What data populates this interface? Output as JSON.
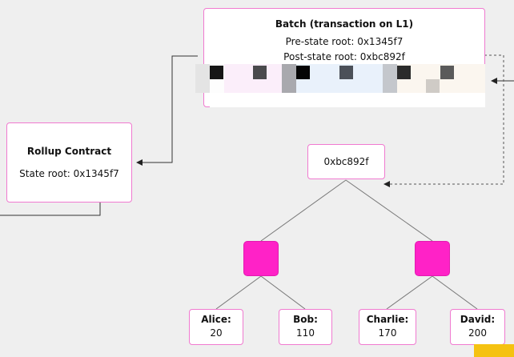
{
  "batch": {
    "title": "Batch (transaction on L1)",
    "pre_state": "Pre-state root: 0x1345f7",
    "post_state": "Post-state root: 0xbc892f"
  },
  "rollup": {
    "title": "Rollup Contract",
    "state_root": "State root: 0x1345f7"
  },
  "tree": {
    "root_hash": "0xbc892f",
    "leaves": [
      {
        "name": "Alice:",
        "value": "20"
      },
      {
        "name": "Bob:",
        "value": "110"
      },
      {
        "name": "Charlie:",
        "value": "170"
      },
      {
        "name": "David:",
        "value": "200"
      }
    ]
  },
  "colors": {
    "accent": "#ff22c7",
    "border": "#f07ad0",
    "background": "#efefef",
    "corner": "#f5c211"
  }
}
